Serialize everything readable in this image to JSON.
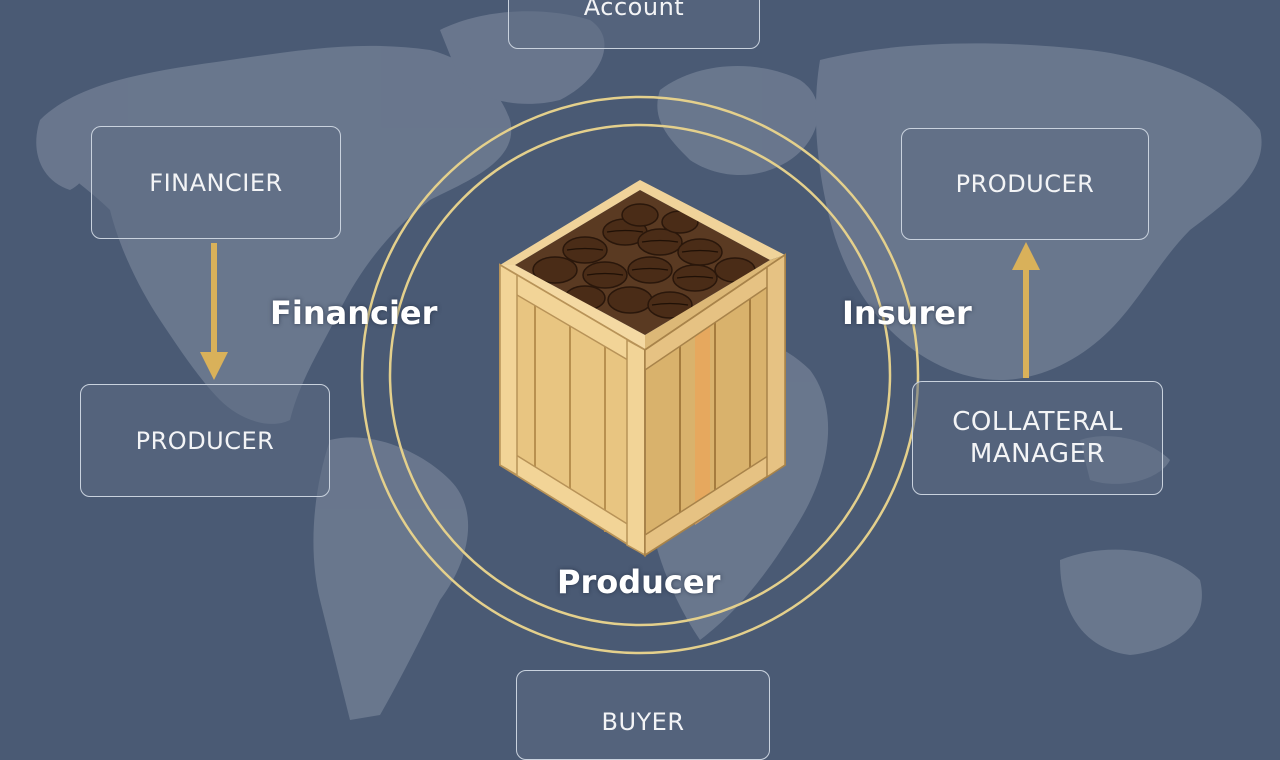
{
  "nodes": {
    "top_account": "Account",
    "financier_box": "FINANCIER",
    "producer_left_box": "PRODUCER",
    "producer_right_box": "PRODUCER",
    "collateral_line1": "COLLATERAL",
    "collateral_line2": "MANAGER",
    "buyer_box": "BUYER"
  },
  "ring_labels": {
    "left": "Financier",
    "right": "Insurer",
    "bottom": "Producer"
  },
  "colors": {
    "background": "#4a5a74",
    "continents": "#6f7c92",
    "ring": "#e4d08c",
    "arrow": "#d9b15a",
    "crate_wood": "#e7c27f"
  }
}
